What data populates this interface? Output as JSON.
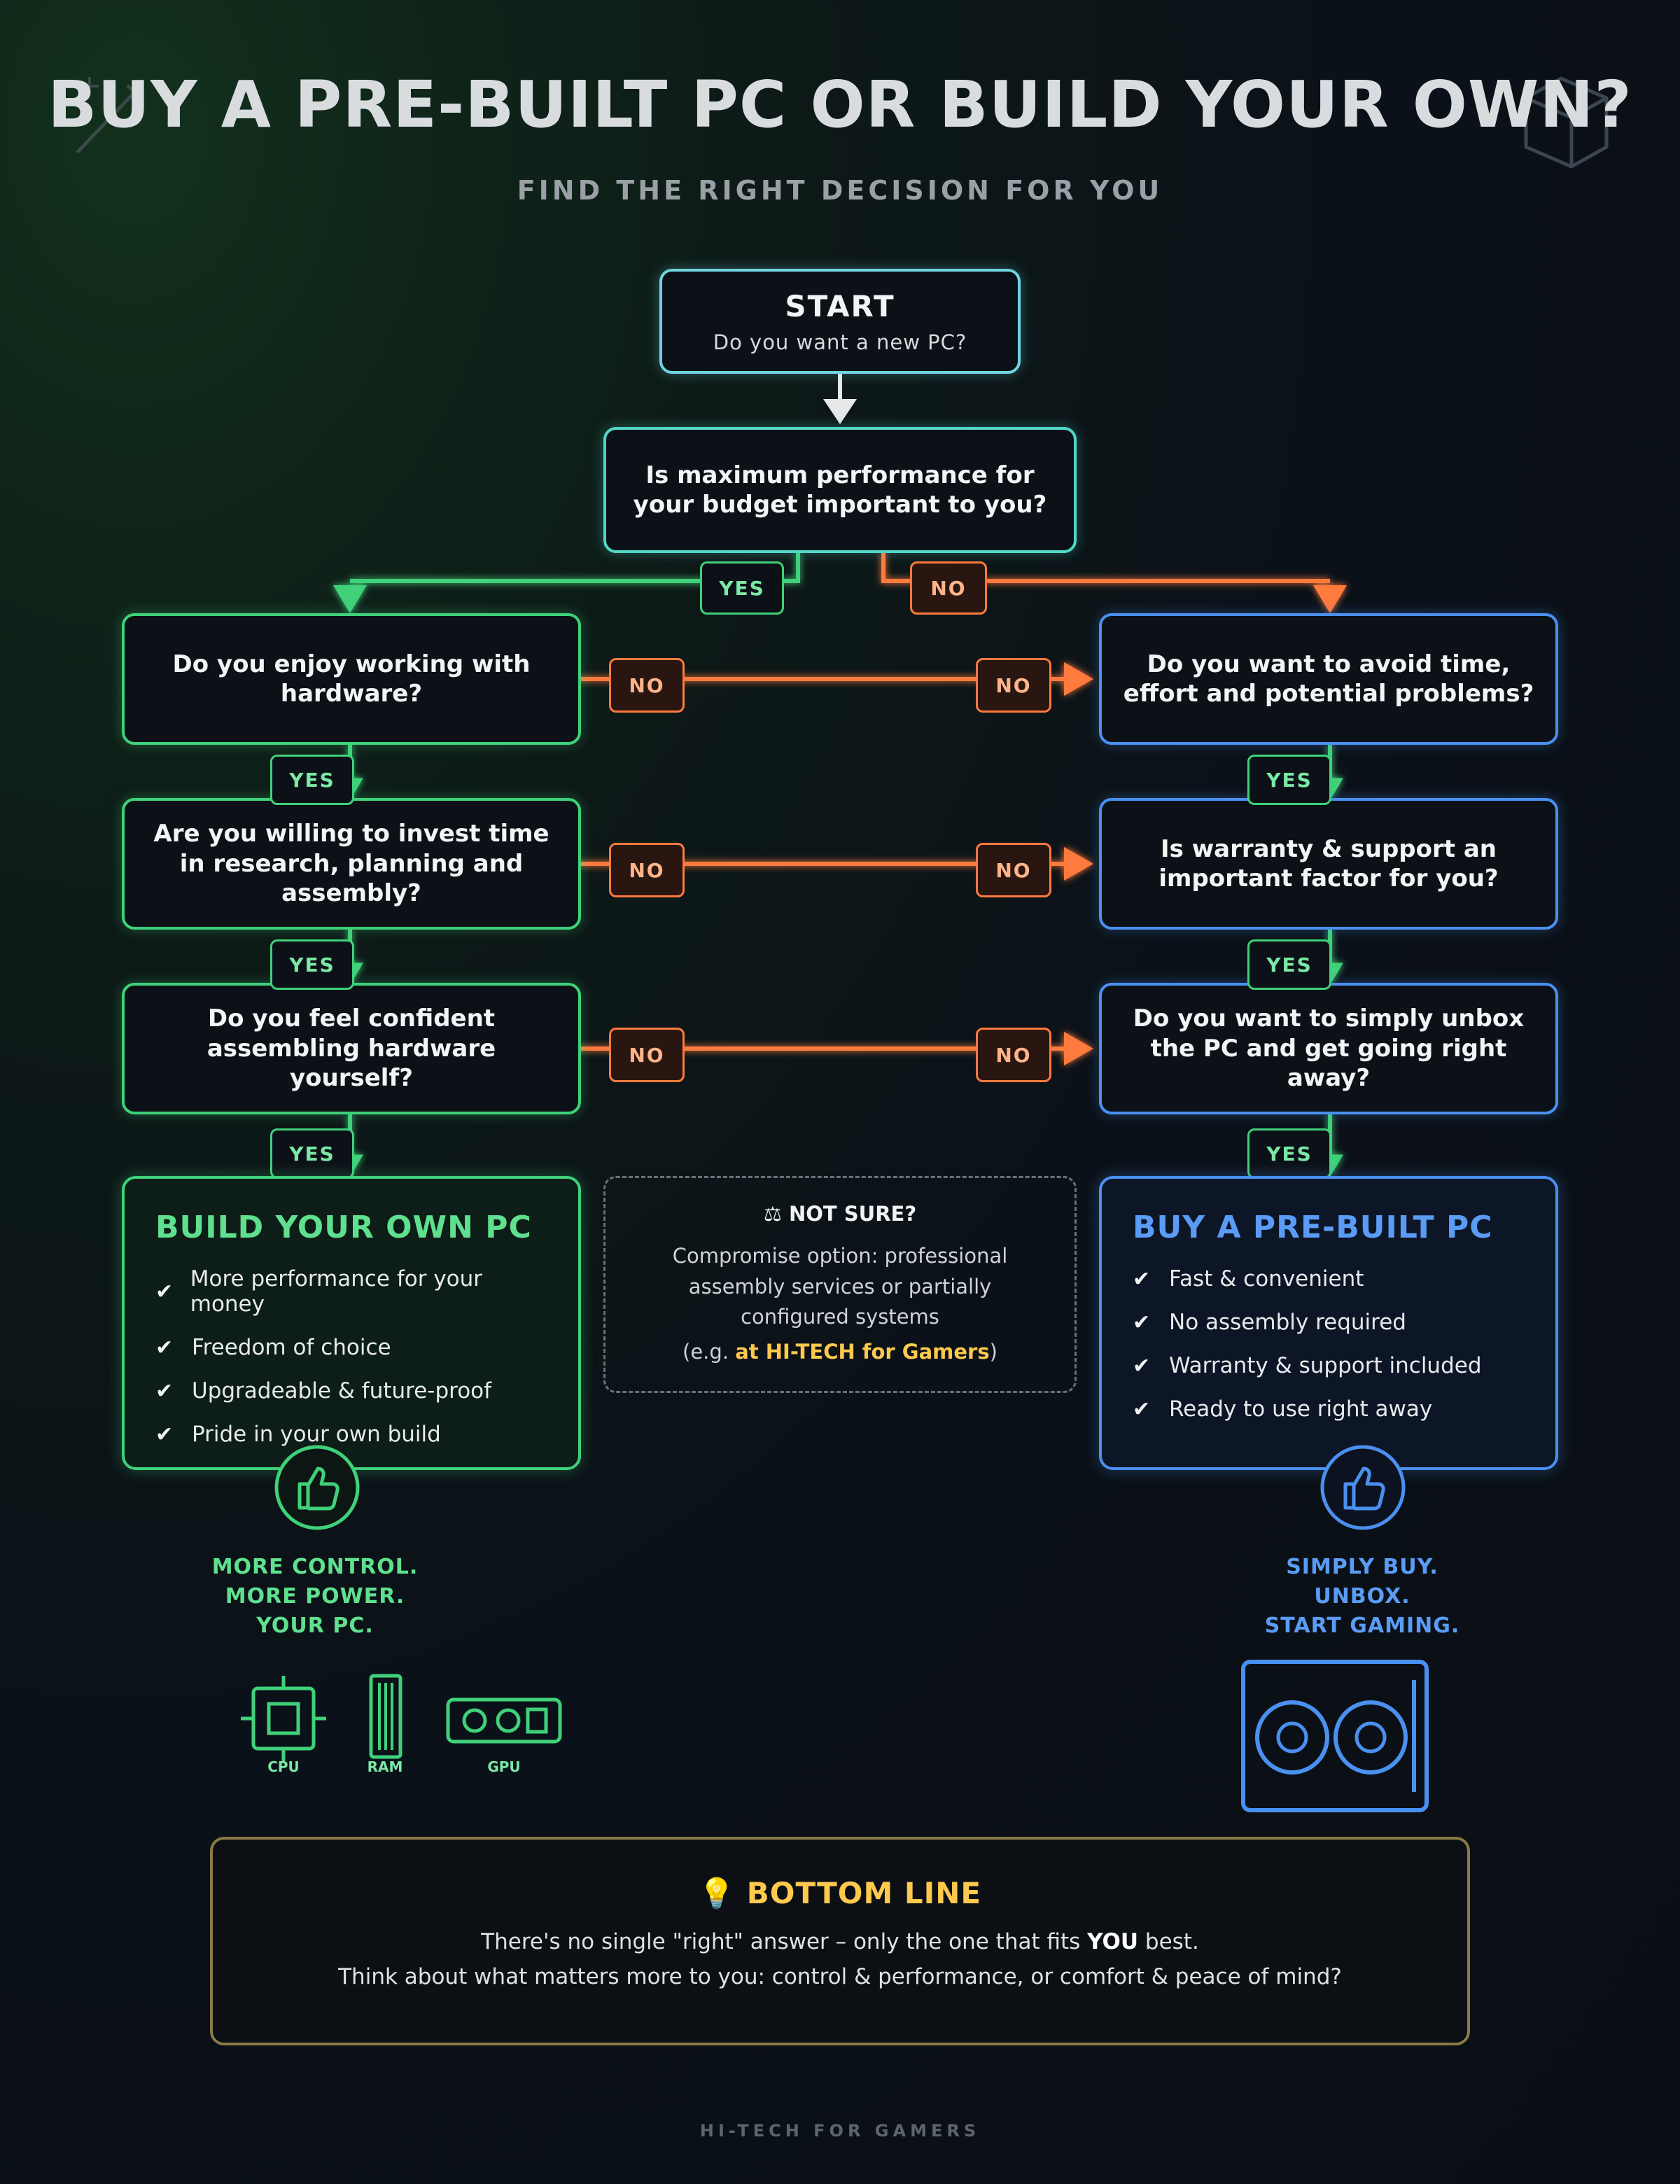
{
  "header": {
    "title": "BUY A PRE-BUILT PC OR BUILD YOUR OWN?",
    "subtitle": "FIND THE RIGHT DECISION FOR YOU"
  },
  "start": {
    "label": "START",
    "question": "Do you want a new PC?"
  },
  "main_question": "Is maximum performance for your budget important to you?",
  "branch_labels": {
    "yes": "YES",
    "no": "NO"
  },
  "left_questions": [
    "Do you enjoy working with hardware?",
    "Are you willing to invest time in research, planning and assembly?",
    "Do you feel confident assembling hardware yourself?"
  ],
  "right_questions": [
    "Do you want to avoid time, effort and potential problems?",
    "Is warranty & support an important factor for you?",
    "Do you want to simply unbox the PC and get going right away?"
  ],
  "build": {
    "title": "BUILD YOUR OWN PC",
    "items": [
      "More performance for your money",
      "Freedom of choice",
      "Upgradeable & future-proof",
      "Pride in your own build"
    ],
    "slogan": [
      "MORE CONTROL.",
      "MORE POWER.",
      "YOUR PC."
    ],
    "icon_labels": [
      "CPU",
      "RAM",
      "GPU"
    ],
    "color": "#3fd17a"
  },
  "prebuilt": {
    "title": "BUY A PRE-BUILT PC",
    "items": [
      "Fast & convenient",
      "No assembly required",
      "Warranty & support included",
      "Ready to use right away"
    ],
    "slogan": [
      "SIMPLY BUY.",
      "UNBOX.",
      "START GAMING."
    ],
    "color": "#4a90f0"
  },
  "not_sure": {
    "title": "NOT SURE?",
    "text": "Compromise option: professional assembly services or partially configured systems",
    "example_prefix": "(e.g. ",
    "example_highlight": "at HI-TECH for Gamers",
    "example_suffix": ")"
  },
  "bottom_line": {
    "title": "BOTTOM LINE",
    "line1_before": "There's no single \"right\" answer – only the one that fits ",
    "line1_bold": "YOU",
    "line1_after": " best.",
    "line2": "Think about what matters more to you: control & performance, or comfort & peace of mind?"
  },
  "footer": "HI-TECH FOR GAMERS",
  "colors": {
    "yes": "#3fd17a",
    "no": "#ff7a3d",
    "highlight": "#ffc94d"
  }
}
